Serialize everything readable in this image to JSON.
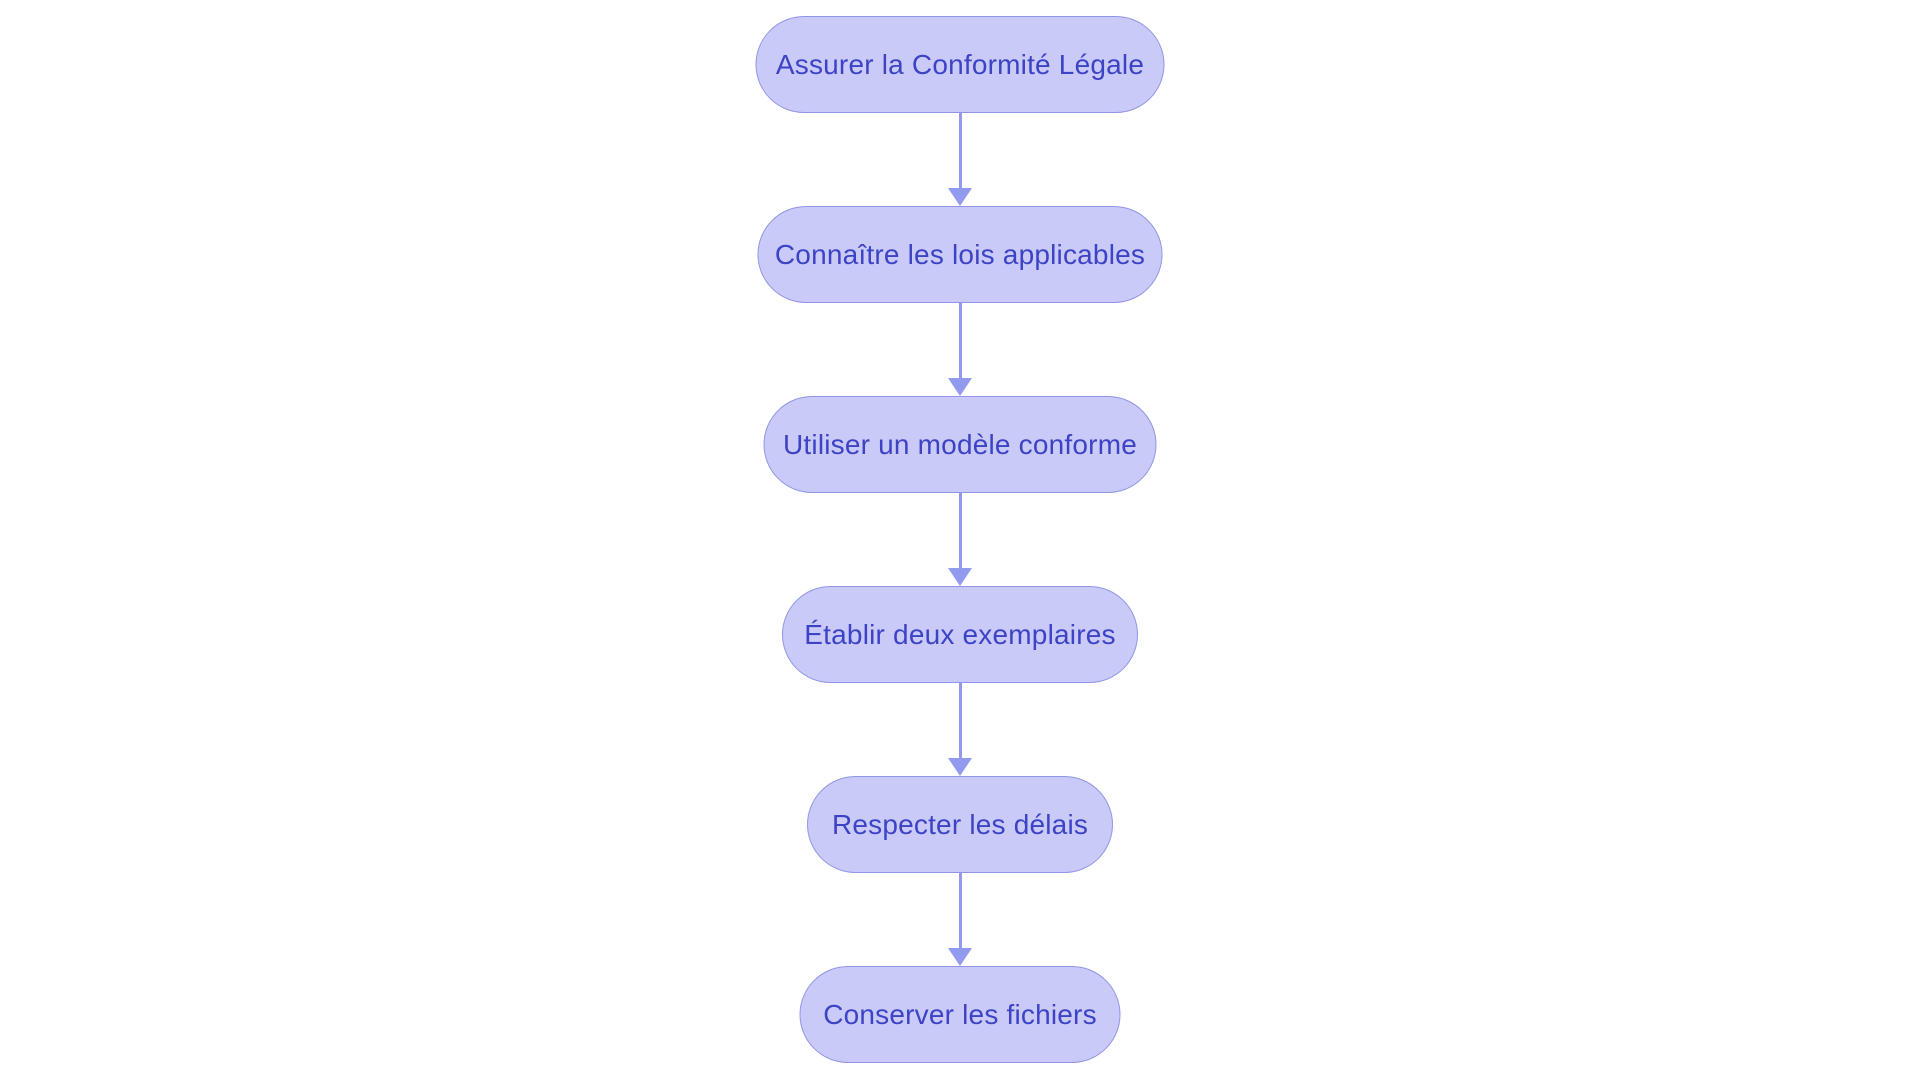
{
  "flowchart": {
    "type": "flowchart",
    "direction": "top-down",
    "nodes": [
      {
        "id": "n1",
        "label": "Assurer la Conformité Légale"
      },
      {
        "id": "n2",
        "label": "Connaître les lois applicables"
      },
      {
        "id": "n3",
        "label": "Utiliser un modèle conforme"
      },
      {
        "id": "n4",
        "label": "Établir deux exemplaires"
      },
      {
        "id": "n5",
        "label": "Respecter les délais"
      },
      {
        "id": "n6",
        "label": "Conserver les fichiers"
      }
    ],
    "edges": [
      {
        "from": "n1",
        "to": "n2"
      },
      {
        "from": "n2",
        "to": "n3"
      },
      {
        "from": "n3",
        "to": "n4"
      },
      {
        "from": "n4",
        "to": "n5"
      },
      {
        "from": "n5",
        "to": "n6"
      }
    ],
    "colors": {
      "background": "#ffffff",
      "node_fill": "#c9caf8",
      "node_border": "#9096e6",
      "node_text": "#3c43c4",
      "arrow": "#929af0"
    }
  }
}
